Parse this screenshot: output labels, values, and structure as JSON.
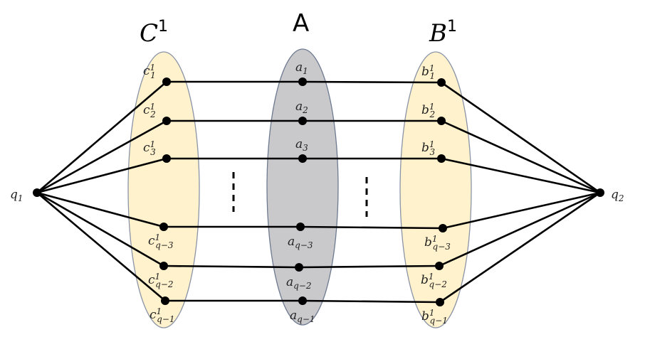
{
  "sets": {
    "C": {
      "title_base": "C",
      "title_sup": "1",
      "fill": "#FFF2CC",
      "stroke": "#8A94A6"
    },
    "A": {
      "title": "A",
      "fill": "#C9C9CC",
      "stroke": "#6E7A90"
    },
    "B": {
      "title_base": "B",
      "title_sup": "1",
      "fill": "#FFF2CC",
      "stroke": "#8A94A6"
    }
  },
  "q1": {
    "base": "q",
    "sub": "1"
  },
  "q2": {
    "base": "q",
    "sub": "2"
  },
  "rows": [
    {
      "c_base": "c",
      "c_sub": "1",
      "c_sup": "1",
      "a_base": "a",
      "a_sub": "1",
      "b_base": "b",
      "b_sub": "1",
      "b_sup": "1"
    },
    {
      "c_base": "c",
      "c_sub": "2",
      "c_sup": "1",
      "a_base": "a",
      "a_sub": "2",
      "b_base": "b",
      "b_sub": "2",
      "b_sup": "1"
    },
    {
      "c_base": "c",
      "c_sub": "3",
      "c_sup": "1",
      "a_base": "a",
      "a_sub": "3",
      "b_base": "b",
      "b_sub": "3",
      "b_sup": "1"
    },
    {
      "c_base": "c",
      "c_sub": "q−3",
      "c_sup": "1",
      "a_base": "a",
      "a_sub": "q−3",
      "b_base": "b",
      "b_sub": "q−3",
      "b_sup": "1"
    },
    {
      "c_base": "c",
      "c_sub": "q−2",
      "c_sup": "1",
      "a_base": "a",
      "a_sub": "q−2",
      "b_base": "b",
      "b_sub": "q−2",
      "b_sup": "1"
    },
    {
      "c_base": "c",
      "c_sub": "q−1",
      "c_sup": "1",
      "a_base": "a",
      "a_sub": "q−1",
      "b_base": "b",
      "b_sub": "q−1",
      "b_sup": "1"
    }
  ]
}
